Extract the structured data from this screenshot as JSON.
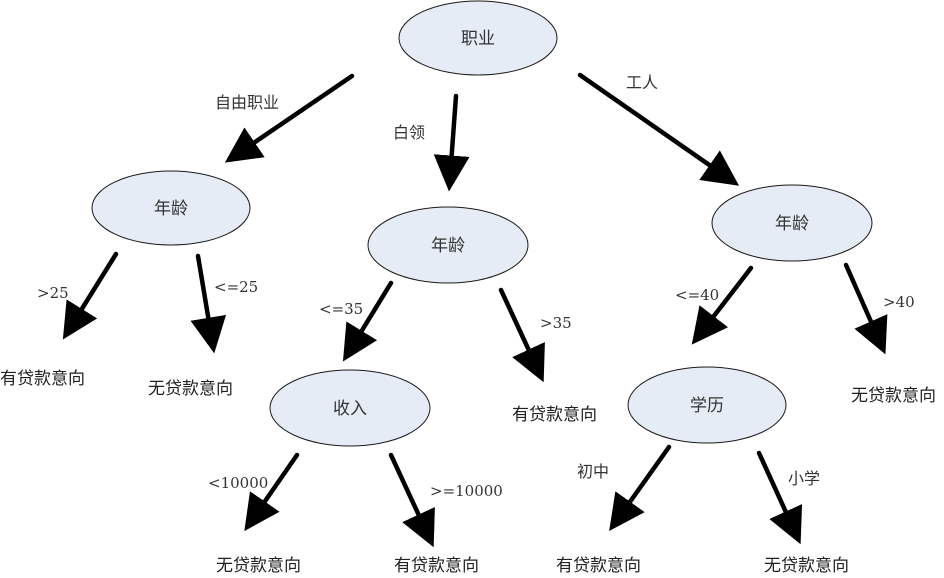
{
  "diagram": {
    "colors": {
      "node_fill": "#e6ecf6",
      "node_stroke": "#1a1a1a",
      "edge": "#000000",
      "text": "#333333"
    },
    "nodes": [
      {
        "id": "root",
        "label": "职业"
      },
      {
        "id": "age_free",
        "label": "年龄"
      },
      {
        "id": "age_white",
        "label": "年龄"
      },
      {
        "id": "age_worker",
        "label": "年龄"
      },
      {
        "id": "income",
        "label": "收入"
      },
      {
        "id": "education",
        "label": "学历"
      }
    ],
    "leaves": [
      {
        "id": "leaf1",
        "label": "有贷款意向"
      },
      {
        "id": "leaf2",
        "label": "无贷款意向"
      },
      {
        "id": "leaf3",
        "label": "有贷款意向"
      },
      {
        "id": "leaf4",
        "label": "无贷款意向"
      },
      {
        "id": "leaf5",
        "label": "无贷款意向"
      },
      {
        "id": "leaf6",
        "label": "有贷款意向"
      },
      {
        "id": "leaf7",
        "label": "有贷款意向"
      },
      {
        "id": "leaf8",
        "label": "无贷款意向"
      }
    ],
    "edges": [
      {
        "from": "root",
        "to": "age_free",
        "label": "自由职业"
      },
      {
        "from": "root",
        "to": "age_white",
        "label": "白领"
      },
      {
        "from": "root",
        "to": "age_worker",
        "label": "工人"
      },
      {
        "from": "age_free",
        "to": "leaf1",
        "label": ">25"
      },
      {
        "from": "age_free",
        "to": "leaf2",
        "label": "<=25"
      },
      {
        "from": "age_white",
        "to": "income",
        "label": "<=35"
      },
      {
        "from": "age_white",
        "to": "leaf3",
        "label": ">35"
      },
      {
        "from": "age_worker",
        "to": "education",
        "label": "<=40"
      },
      {
        "from": "age_worker",
        "to": "leaf4",
        "label": ">40"
      },
      {
        "from": "income",
        "to": "leaf5",
        "label": "<10000"
      },
      {
        "from": "income",
        "to": "leaf6",
        "label": ">=10000"
      },
      {
        "from": "education",
        "to": "leaf7",
        "label": "初中"
      },
      {
        "from": "education",
        "to": "leaf8",
        "label": "小学"
      }
    ]
  }
}
